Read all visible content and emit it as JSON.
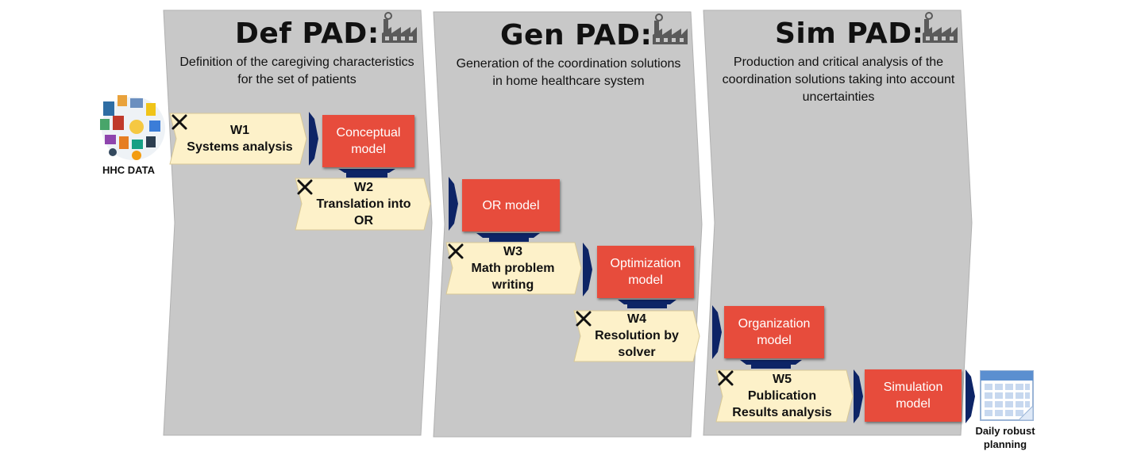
{
  "input": {
    "label": "HHC DATA",
    "icon": "hhc-data-icon"
  },
  "output": {
    "label": "Daily robust planning",
    "icon": "calendar-icon"
  },
  "colors": {
    "panel": "#c8c8c8",
    "model": "#e74c3c",
    "step": "#fdf1c9",
    "arrow": "#0d2466"
  },
  "panels": [
    {
      "title": "Def PAD:",
      "description": "Definition of the caregiving characteristics for the set of patients",
      "icon": "factory-icon"
    },
    {
      "title": "Gen PAD:",
      "description": "Generation of the coordination solutions in home healthcare system",
      "icon": "factory-icon"
    },
    {
      "title": "Sim PAD:",
      "description": "Production and critical analysis of the coordination solutions taking into account uncertainties",
      "icon": "factory-icon"
    }
  ],
  "steps": [
    {
      "id": "W1",
      "text": "Systems analysis"
    },
    {
      "id": "W2",
      "text": "Translation into OR"
    },
    {
      "id": "W3",
      "text": "Math problem writing"
    },
    {
      "id": "W4",
      "text": "Resolution by solver"
    },
    {
      "id": "W5",
      "text": "Publication Results analysis"
    }
  ],
  "models": [
    "Conceptual model",
    "OR model",
    "Optimization model",
    "Organization model",
    "Simulation model"
  ]
}
